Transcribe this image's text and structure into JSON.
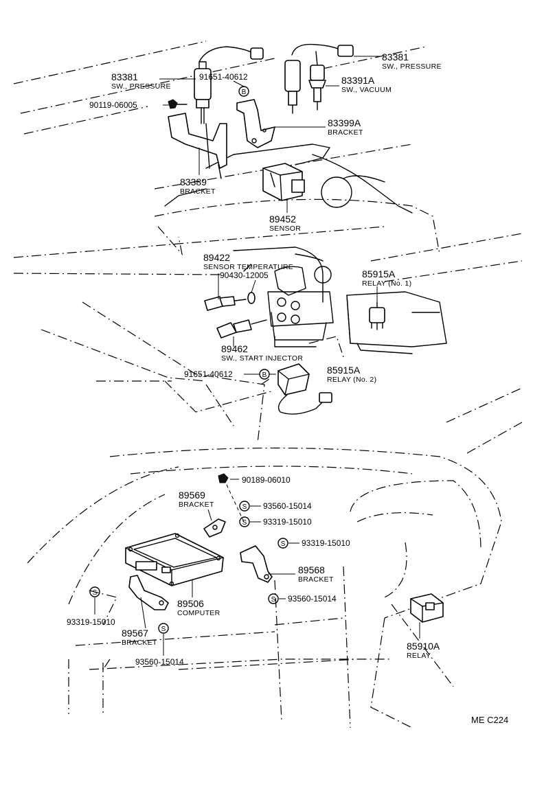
{
  "parts": {
    "p83381_right": {
      "number": "83381",
      "name": "SW., PRESSURE"
    },
    "p83381_left": {
      "number": "83381",
      "name": "SW., PRESSURE"
    },
    "p91651_top": {
      "number": "91651-40612",
      "symbol": "B"
    },
    "p90119": {
      "number": "90119-06005"
    },
    "p83391A": {
      "number": "83391A",
      "name": "SW., VACUUM"
    },
    "p83399A": {
      "number": "83399A",
      "name": "BRACKET"
    },
    "p83389": {
      "number": "83389",
      "name": "BRACKET"
    },
    "p89452": {
      "number": "89452",
      "name": "SENSOR"
    },
    "p89422": {
      "number": "89422",
      "name": "SENSOR TEMPERATURE"
    },
    "p90430": {
      "number": "90430-12005"
    },
    "p85915A_1": {
      "number": "85915A",
      "name": "RELAY (No. 1)"
    },
    "p89462": {
      "number": "89462",
      "name": "SW., START INJECTOR"
    },
    "p91651_mid": {
      "number": "91651-40612",
      "symbol": "B"
    },
    "p85915A_2": {
      "number": "85915A",
      "name": "RELAY (No. 2)"
    },
    "p90189": {
      "number": "90189-06010"
    },
    "p89569": {
      "number": "89569",
      "name": "BRACKET"
    },
    "p93560_a": {
      "number": "93560-15014",
      "symbol": "S"
    },
    "p93319_a": {
      "number": "93319-15010",
      "symbol": "S"
    },
    "p93319_b": {
      "number": "93319-15010",
      "symbol": "S"
    },
    "p89568": {
      "number": "89568",
      "name": "BRACKET"
    },
    "p93560_b": {
      "number": "93560-15014",
      "symbol": "S"
    },
    "p89506": {
      "number": "89506",
      "name": "COMPUTER"
    },
    "p93319_c": {
      "number": "93319-15010",
      "symbol": "S"
    },
    "p89567": {
      "number": "89567",
      "name": "BRACKET"
    },
    "p93560_c": {
      "number": "93560-15014",
      "symbol": "S"
    },
    "p85910A": {
      "number": "85910A",
      "name": "RELAY"
    }
  },
  "reference": "ME  C224"
}
